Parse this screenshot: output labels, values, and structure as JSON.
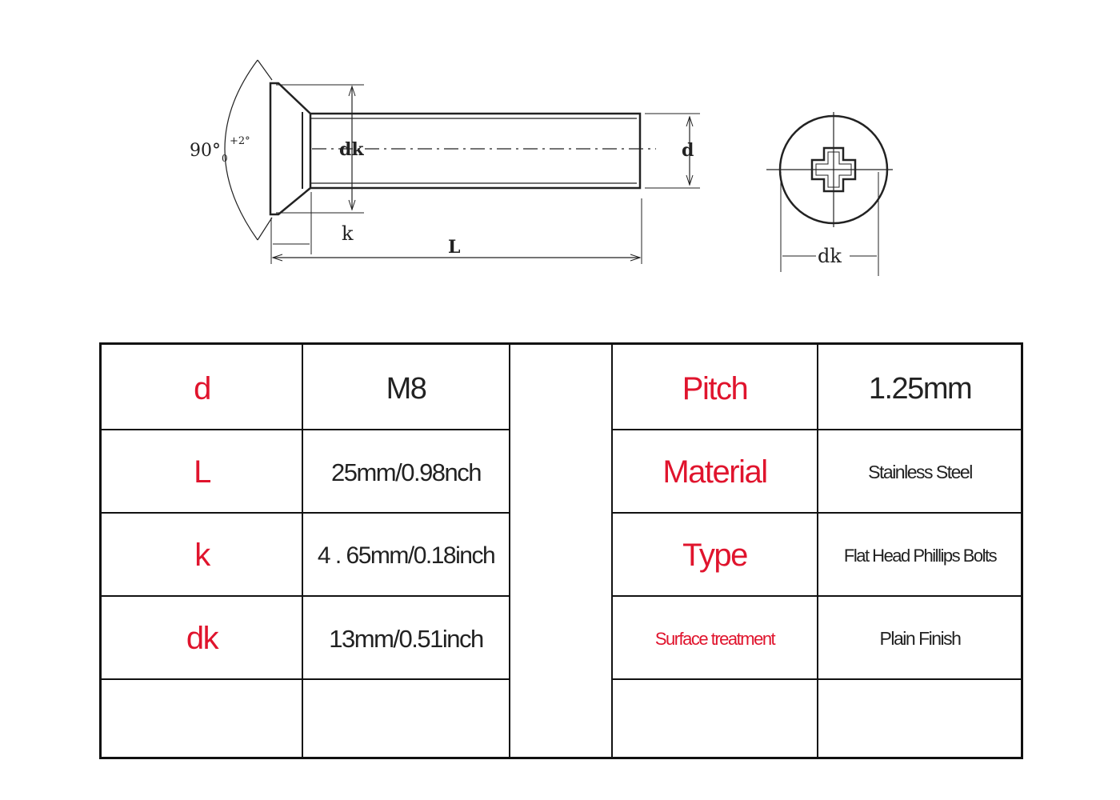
{
  "diagram": {
    "angle_label": "90°",
    "angle_sub": "0",
    "angle_sup": "+2°",
    "dk_shaft_label": "dk",
    "d_label": "d",
    "k_label": "k",
    "L_label": "L",
    "dk_label": "dk"
  },
  "colors": {
    "label_red": "#e0142d",
    "line": "#111111",
    "drawing": "#222222"
  },
  "spec_left": [
    {
      "label": "d",
      "value": "M8"
    },
    {
      "label": "L",
      "value": "25mm/0.98nch"
    },
    {
      "label": "k",
      "value": "4 . 65mm/0.18inch"
    },
    {
      "label": "dk",
      "value": "13mm/0.51inch"
    },
    {
      "label": "",
      "value": ""
    }
  ],
  "spec_right": [
    {
      "label": "Pitch",
      "value": "1.25mm"
    },
    {
      "label": "Material",
      "value": "Stainless Steel"
    },
    {
      "label": "Type",
      "value": "Flat Head Phillips Bolts"
    },
    {
      "label": "Surface treatment",
      "value": "Plain Finish"
    },
    {
      "label": "",
      "value": ""
    }
  ]
}
